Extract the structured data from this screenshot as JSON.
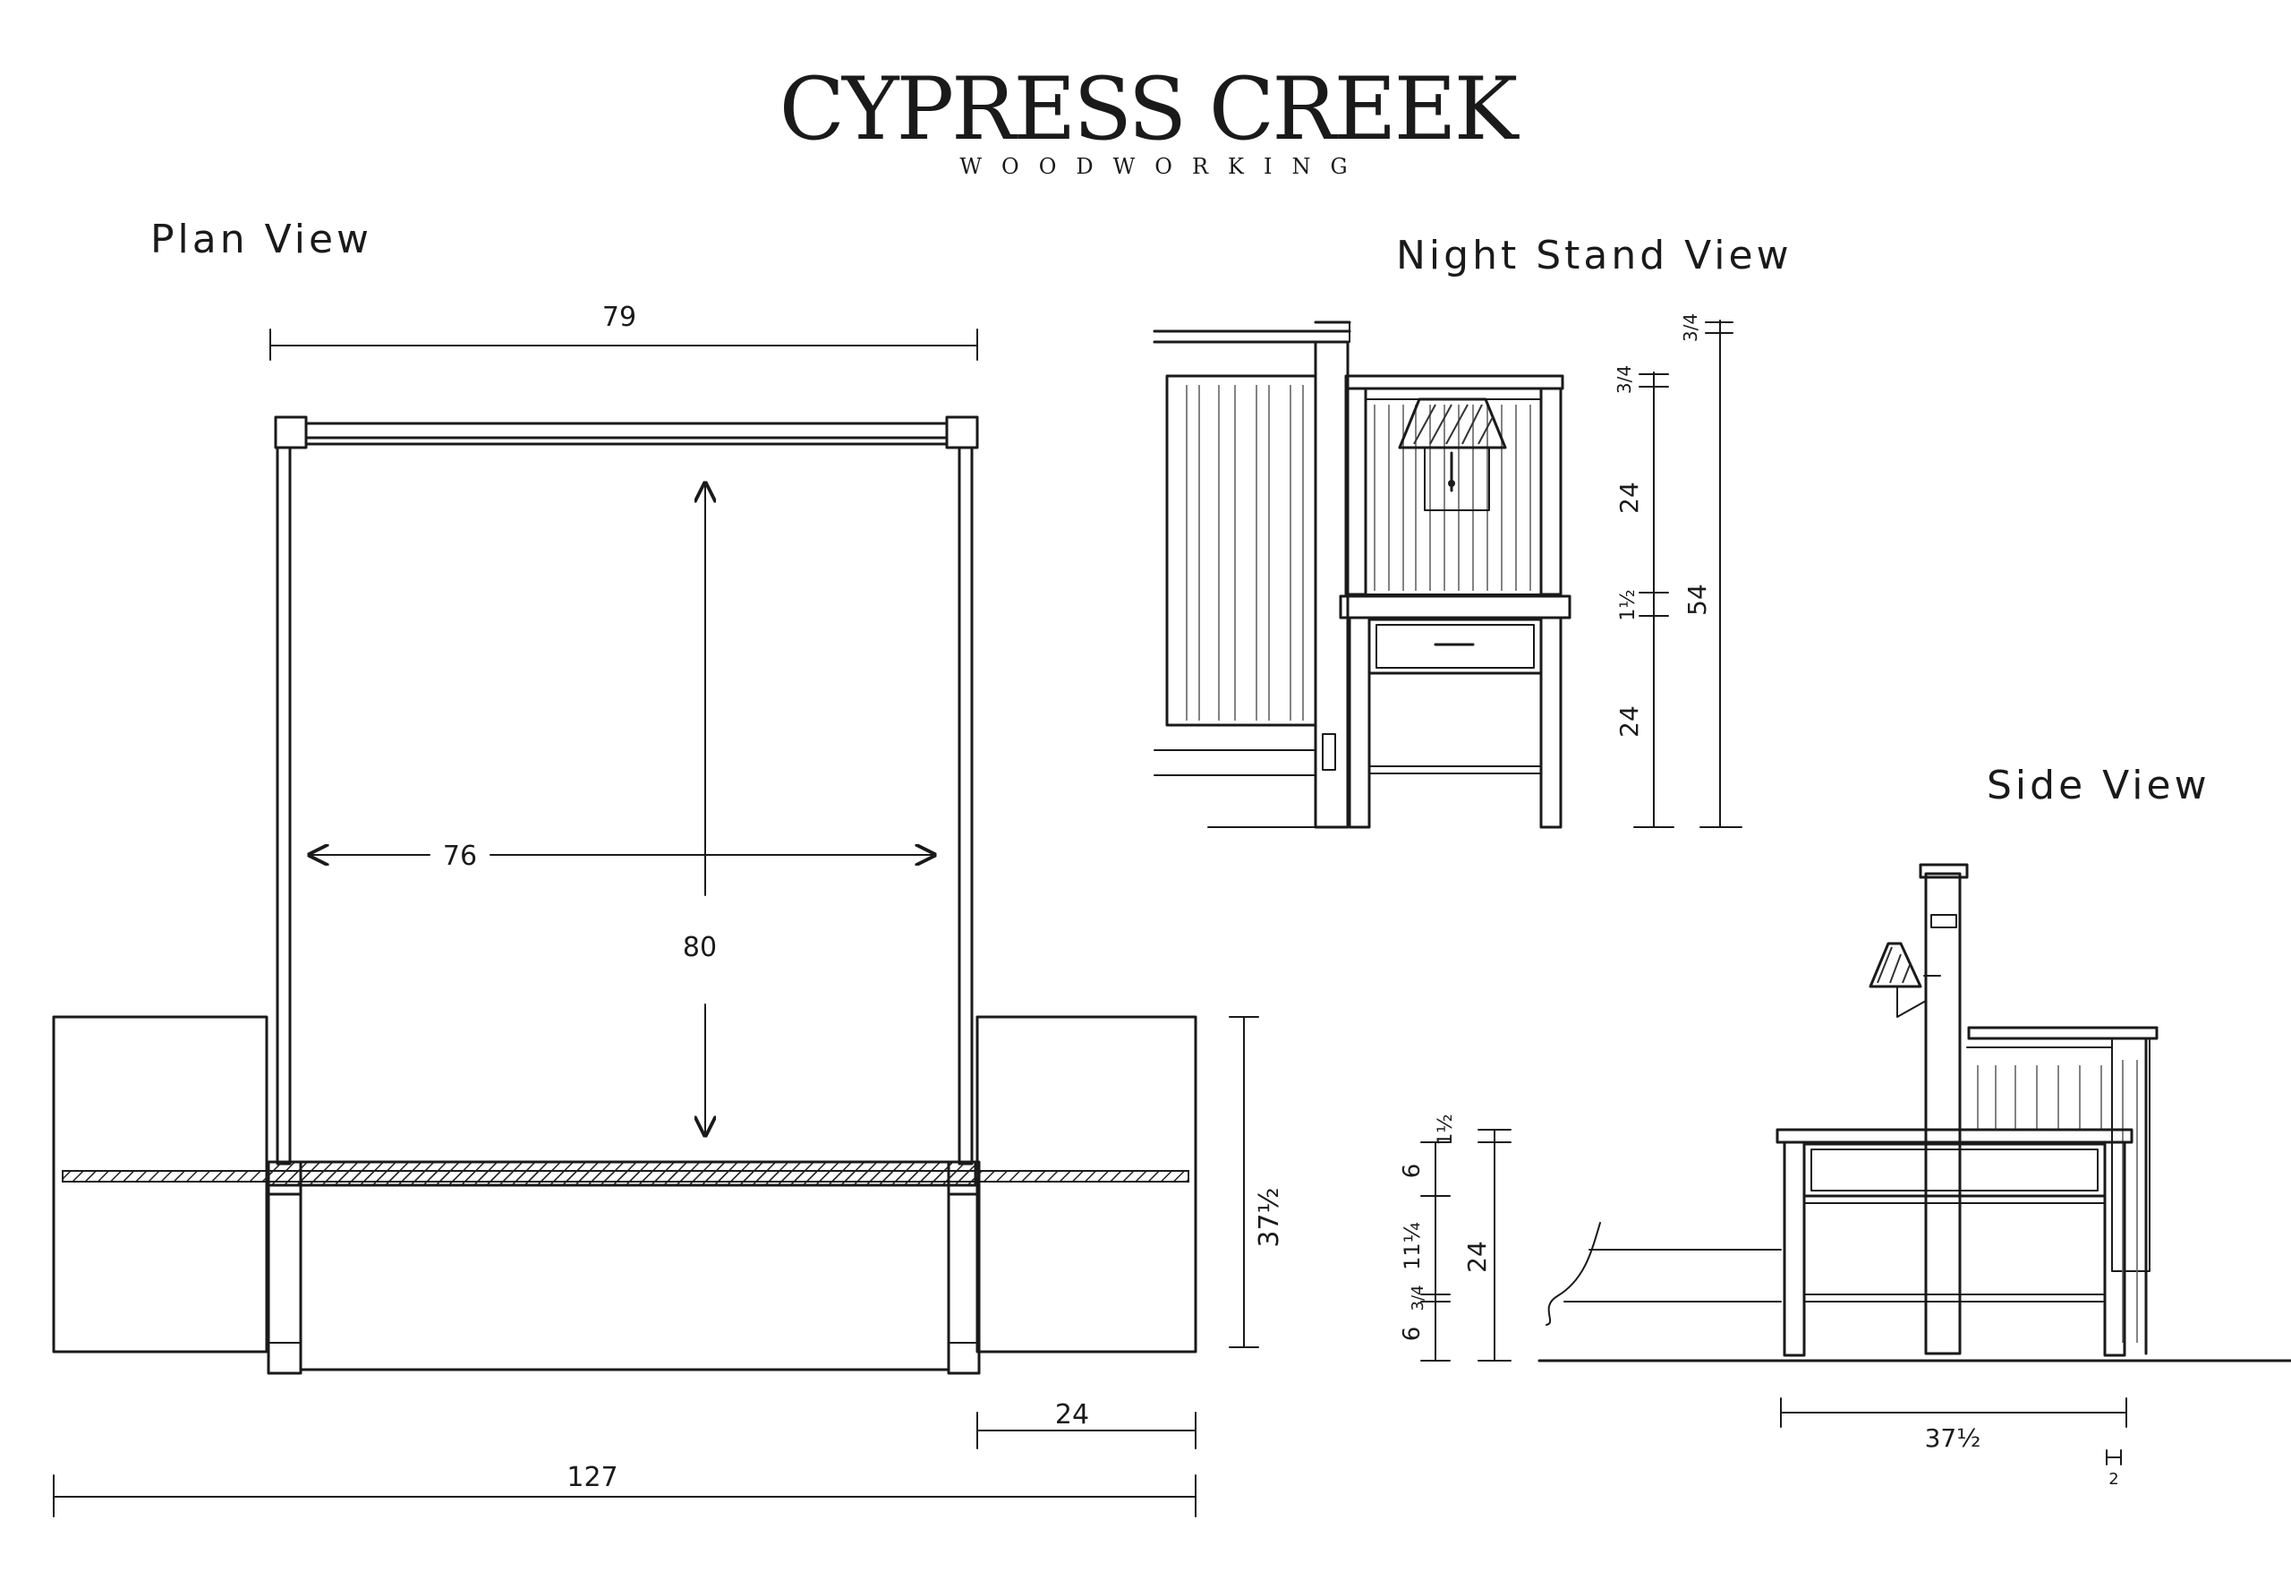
{
  "logo": {
    "name": "CYPRESS CREEK",
    "tagline": "WOODWORKING"
  },
  "views": {
    "plan": {
      "title": "Plan View",
      "dims": {
        "top_width": "79",
        "inner_width": "76",
        "inner_length": "80",
        "stand_depth": "37½",
        "stand_width": "24",
        "total_width": "127"
      }
    },
    "nightstand": {
      "title": "Night Stand View",
      "dims": {
        "top_cap": "3/4",
        "stand_cap": "3/4",
        "upper": "24",
        "shelf": "1½",
        "total": "54",
        "lower": "24"
      }
    },
    "side": {
      "title": "Side View",
      "dims": {
        "top": "1½",
        "drawer": "6",
        "mid": "11¼",
        "rail": "3/4",
        "base": "6",
        "height": "24",
        "depth": "37½",
        "post": "2"
      }
    }
  },
  "colors": {
    "ink": "#1a1a1a",
    "paper": "#ffffff"
  }
}
